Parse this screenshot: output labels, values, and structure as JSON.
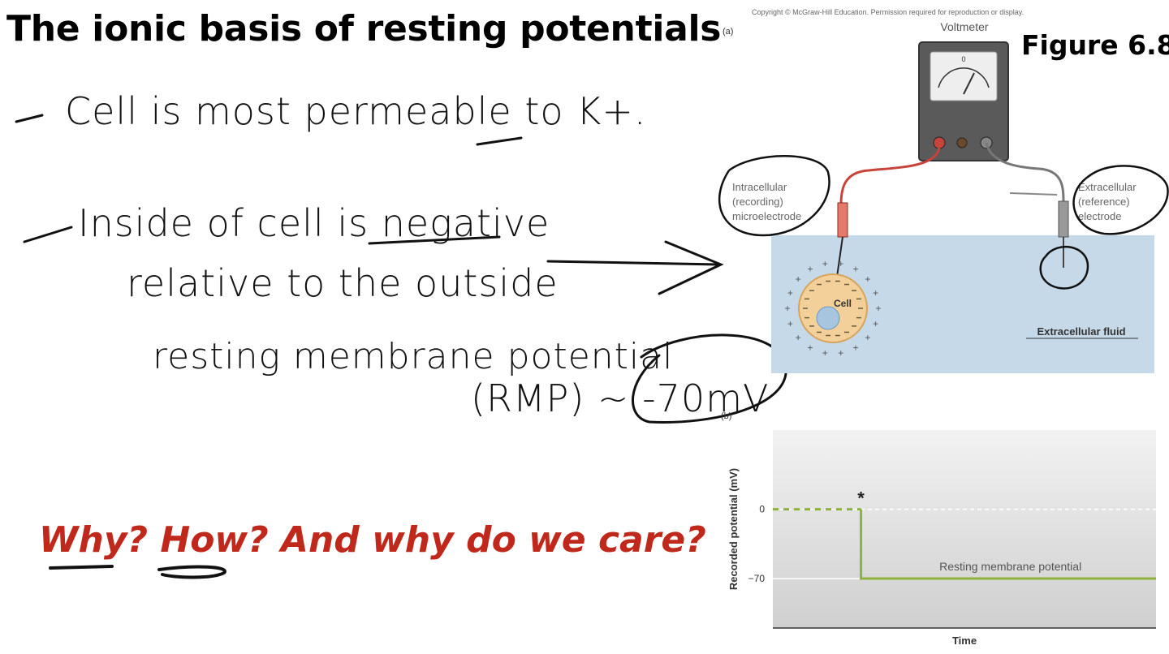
{
  "slide": {
    "title": "The ionic basis of resting potentials",
    "figure_label": "Figure 6.8",
    "copyright": "Copyright © McGraw-Hill Education. Permission required for reproduction or display."
  },
  "notes": {
    "line1": "Cell is most permeable to K+.",
    "line2a": "Inside of cell is negative",
    "line2b": "relative to the outside",
    "line3a": "resting membrane potential",
    "line3b": "(RMP) ~ -70mV",
    "question": "Why? How? And why do we care?"
  },
  "diagram_a": {
    "panel_label": "(a)",
    "voltmeter": "Voltmeter",
    "intracellular_label": [
      "Intracellular",
      "(recording)",
      "microelectrode"
    ],
    "extracellular_label": [
      "Extracellular",
      "(reference)",
      "electrode"
    ],
    "cell": "Cell",
    "fluid": "Extracellular fluid"
  },
  "diagram_b": {
    "panel_label": "(b)",
    "ylabel": "Recorded potential (mV)",
    "xlabel": "Time",
    "annotation": "Resting membrane potential",
    "marker": "*"
  },
  "chart_data": {
    "type": "line",
    "xlabel": "Time",
    "ylabel": "Recorded potential (mV)",
    "yticks": [
      0,
      -70
    ],
    "ylim": [
      -120,
      80
    ],
    "xlim": [
      0,
      10
    ],
    "annotation": "Resting membrane potential",
    "marker": "*",
    "grid": false,
    "series": [
      {
        "style": "dashed",
        "x": [
          0,
          2.3
        ],
        "y": [
          0,
          0
        ]
      },
      {
        "style": "solid",
        "x": [
          2.3,
          2.3,
          10
        ],
        "y": [
          0,
          -70,
          -70
        ]
      }
    ],
    "colors": {
      "trace": "#8db33a",
      "background_top": "#f2f2f2",
      "background_bottom": "#cfcfcf"
    }
  },
  "colors": {
    "question": "#c0281b",
    "fluid": "#c5d9e8",
    "cell_fill": "#f3d09a",
    "electrode_red": "#c8443a",
    "voltmeter_body": "#5a5a5a"
  }
}
